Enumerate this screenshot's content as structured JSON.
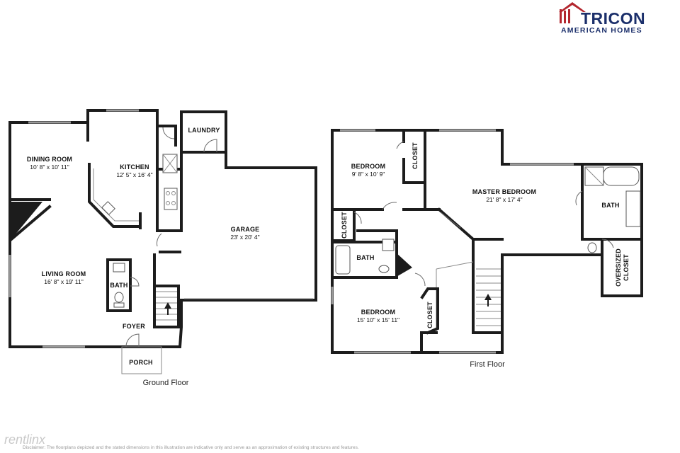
{
  "brand": {
    "name": "TRICON",
    "tagline": "AMERICAN HOMES",
    "color": "#1b2f6b",
    "accent": "#b3262e"
  },
  "floors": {
    "ground": {
      "caption": "Ground Floor"
    },
    "first": {
      "caption": "First Floor"
    }
  },
  "rooms": {
    "dining": {
      "name": "DINING ROOM",
      "dim": "10' 8\" x 10' 11\""
    },
    "kitchen": {
      "name": "KITCHEN",
      "dim": "12' 5\" x 16' 4\""
    },
    "laundry": {
      "name": "LAUNDRY"
    },
    "garage": {
      "name": "GARAGE",
      "dim": "23' x 20' 4\""
    },
    "living": {
      "name": "LIVING ROOM",
      "dim": "16' 8\" x 19' 11\""
    },
    "bath_ground": {
      "name": "BATH"
    },
    "foyer": {
      "name": "FOYER"
    },
    "porch": {
      "name": "PORCH"
    },
    "bedroom_1": {
      "name": "BEDROOM",
      "dim": "9' 8\" x 10' 9\""
    },
    "closet_1": {
      "name": "CLOSET"
    },
    "master": {
      "name": "MASTER BEDROOM",
      "dim": "21' 8\" x 17' 4\""
    },
    "bath_master": {
      "name": "BATH"
    },
    "closet_oversized": {
      "line1": "OVERSIZED",
      "line2": "CLOSET"
    },
    "closet_2": {
      "name": "CLOSET"
    },
    "bath_first": {
      "name": "BATH"
    },
    "bedroom_2": {
      "name": "BEDROOM",
      "dim": "15' 10\" x 15' 11\""
    },
    "closet_3": {
      "name": "CLOSET"
    }
  },
  "footer": {
    "watermark": "rentlinx",
    "disclaimer": "Disclaimer: The floorplans depicted and the stated dimensions in this illustration are indicative only and serve as an approximation of existing structures and features."
  }
}
